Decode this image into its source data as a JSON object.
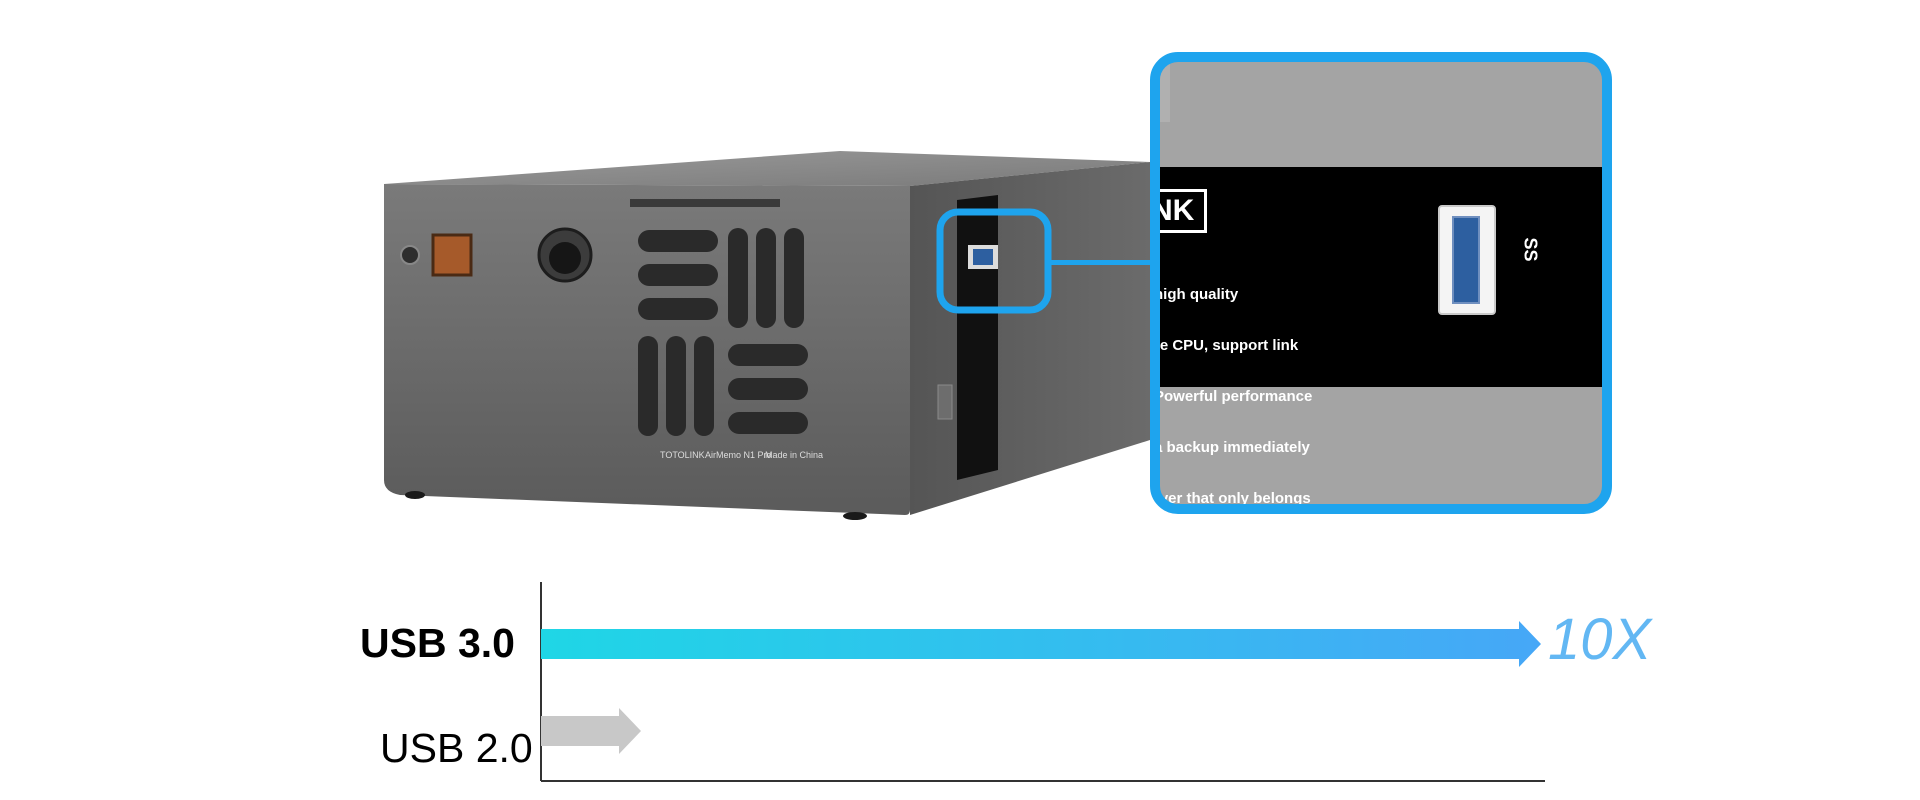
{
  "product": {
    "brand_logo": "TOTOLINK",
    "model_line": "AirMemo N1 Pro",
    "origin": "Made in China"
  },
  "zoom_panel": {
    "logo_fragment": "NK",
    "text_lines": [
      "high quality",
      "re CPU, support link",
      "Powerful performance",
      "a backup immediately",
      "rver that only belongs"
    ],
    "port_symbol": "SS",
    "accent_color": "#1ea4ee"
  },
  "comparison": {
    "usb3": {
      "label": "USB 3.0",
      "color_start": "#1fd6e6",
      "color_end": "#46a7f7"
    },
    "usb2": {
      "label": "USB 2.0",
      "color": "#c8c8c8"
    },
    "multiplier": "10X",
    "multiplier_color": "#62b7f3",
    "ratio": 10
  }
}
